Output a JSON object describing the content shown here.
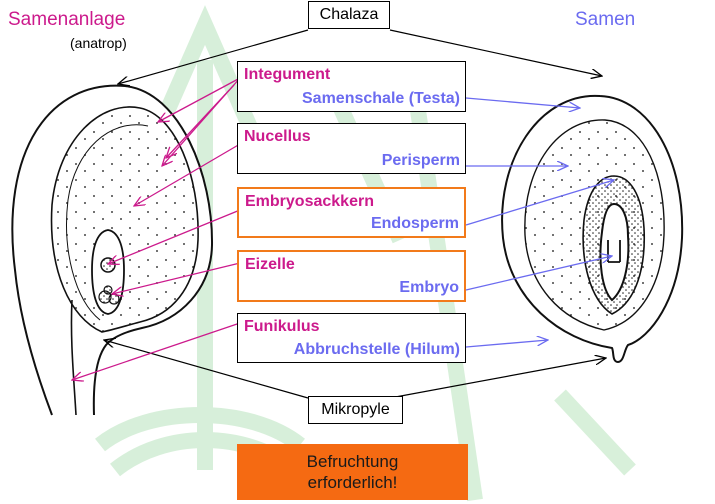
{
  "left_title": "Samenanlage",
  "left_subtitle": "(anatrop)",
  "right_title": "Samen",
  "chalaza_label": "Chalaza",
  "mikropyle_label": "Mikropyle",
  "rows": [
    {
      "ovule_part": "Integument",
      "seed_part": "Samenschale (Testa)"
    },
    {
      "ovule_part": "Nucellus",
      "seed_part": "Perisperm"
    },
    {
      "ovule_part": "Embryosackkern",
      "seed_part": "Endosperm"
    },
    {
      "ovule_part": "Eizelle",
      "seed_part": "Embryo"
    },
    {
      "ovule_part": "Funikulus",
      "seed_part": "Abbruchstelle (Hilum)"
    }
  ],
  "note": {
    "line1": "Befruchtung",
    "line2": "erforderlich!"
  },
  "colors": {
    "ovule_text": "#cc1a8c",
    "seed_text": "#6b6bf0",
    "highlight_border": "#f27a1a",
    "note_background": "#f56a12",
    "watermark": "#b8e3bc"
  }
}
